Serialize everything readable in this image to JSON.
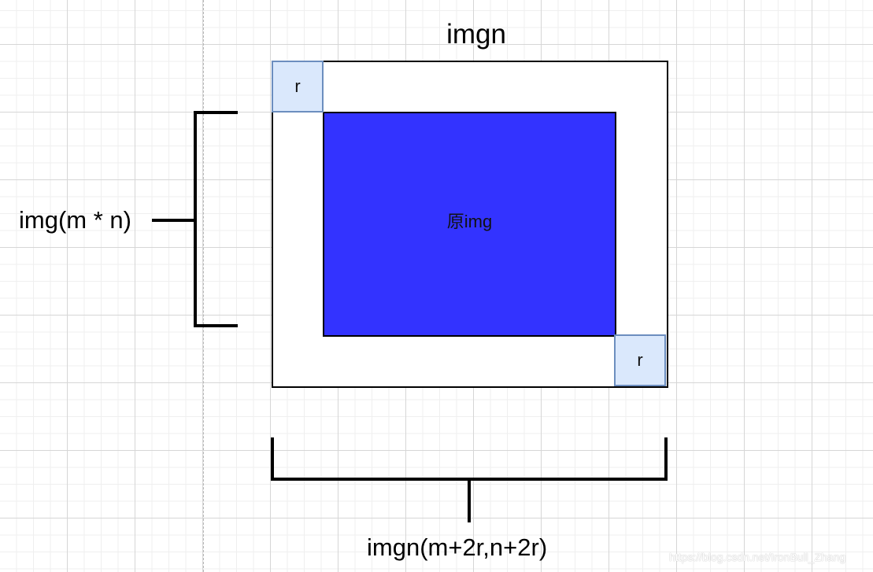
{
  "diagram": {
    "title": "imgn",
    "inner_label": "原img",
    "corner_top_label": "r",
    "corner_bottom_label": "r",
    "left_label": "img(m * n)",
    "bottom_label": "imgn(m+2r,n+2r)",
    "watermark": "https://blog.csdn.net/IronBull_Zhang"
  },
  "colors": {
    "inner_fill": "#3333ff",
    "corner_fill": "#dae8fc",
    "corner_stroke": "#6c8ebf",
    "outline": "#000000",
    "grid": "#d6d6d6"
  }
}
